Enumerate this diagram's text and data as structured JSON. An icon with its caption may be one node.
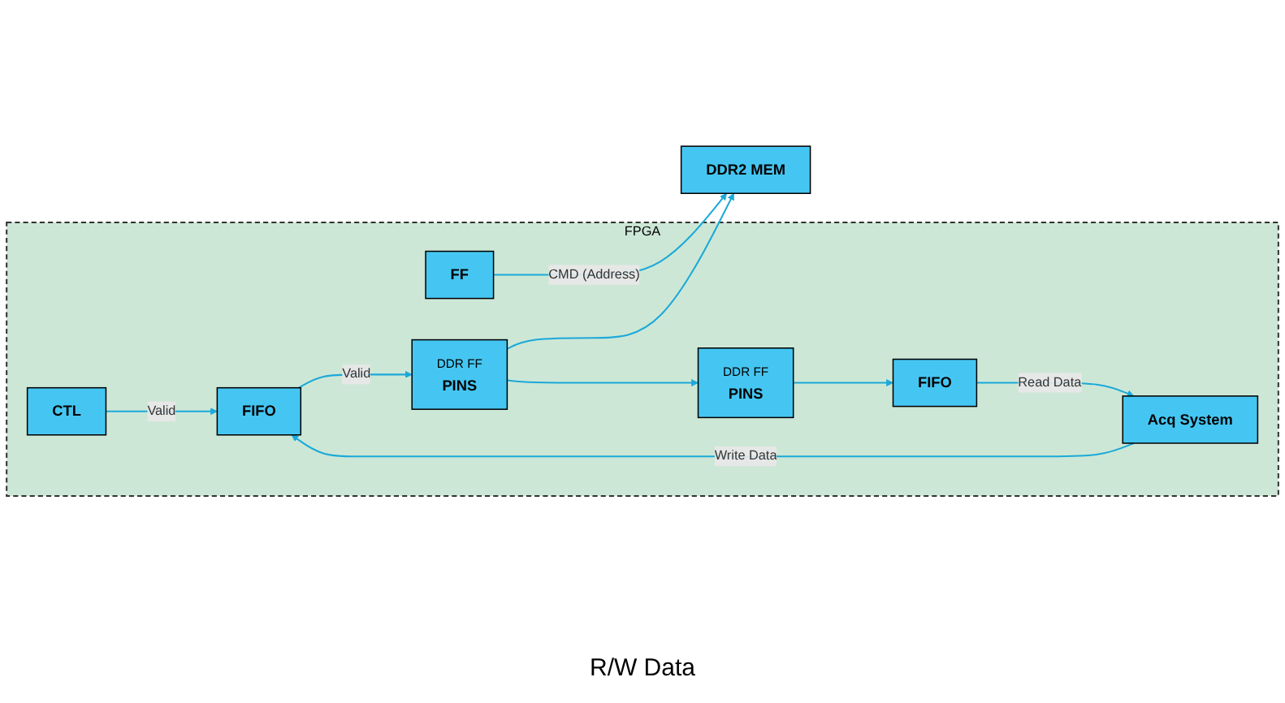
{
  "diagram": {
    "nodes": [
      {
        "text": [
          "FPGA"
        ]
      },
      {
        "text": [
          "CTL"
        ],
        "in": 0
      },
      {
        "text": [
          "FF"
        ],
        "in": 0
      },
      {
        "text": [
          "Acq System"
        ],
        "in": 0
      },
      {
        "text": [
          "FIFO"
        ],
        "in": 0
      },
      {
        "text": [
          "DDR FF",
          "PINS"
        ],
        "in": 0
      },
      {
        "text": [
          "FIFO"
        ],
        "in": 0
      },
      {
        "text": [
          "DDR FF",
          "PINS"
        ],
        "in": 0
      },
      {
        "text": [
          "DDR2 MEM"
        ]
      }
    ],
    "edges": [
      {
        "from": 1,
        "to": 4,
        "arrow": "to",
        "label": "Valid"
      },
      {
        "from": 3,
        "to": 4,
        "arrow": "to",
        "label": "Write Data"
      },
      {
        "from": 4,
        "to": 5,
        "arrow": "to",
        "label": "Valid"
      },
      {
        "from": 2,
        "to": 8,
        "arrow": "to",
        "label": "CMD (Address)"
      },
      {
        "from": 5,
        "to": 8,
        "arrow": "to"
      },
      {
        "from": 5,
        "to": 7,
        "arrow": "to"
      },
      {
        "from": 7,
        "to": 6,
        "arrow": "to"
      },
      {
        "from": 6,
        "to": 3,
        "arrow": "to",
        "label": "Read Data"
      }
    ],
    "labels": [
      "R/W Data"
    ]
  }
}
